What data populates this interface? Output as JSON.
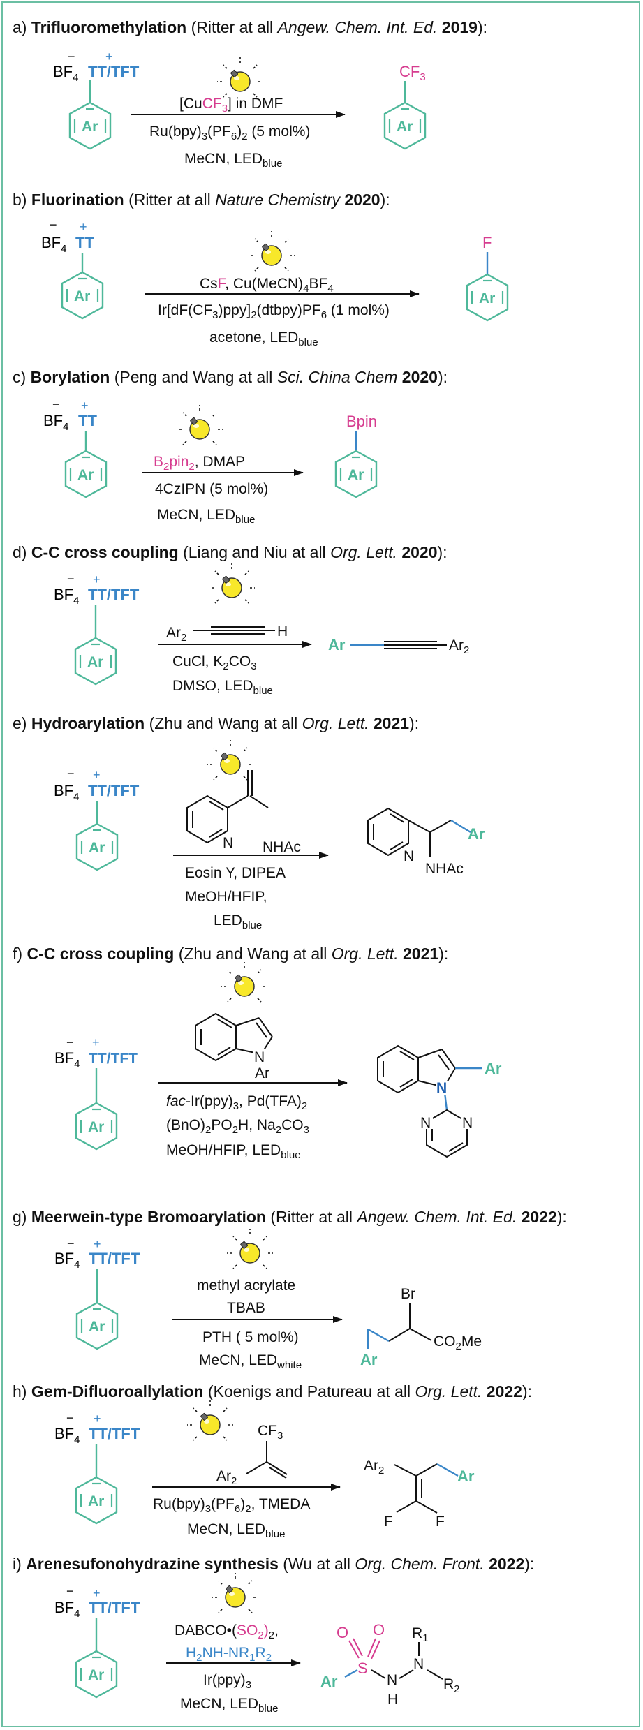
{
  "colors": {
    "ring": "#4eb89a",
    "ar": "#4eb89a",
    "tt": "#3a86c8",
    "pink": "#d63c8f",
    "bond_blue": "#3a86c8",
    "bulb": "#f8e82a",
    "frame": "#6bbfa3"
  },
  "icons": [
    "light-bulb-icon",
    "reaction-arrow"
  ],
  "common": {
    "ar": "Ar",
    "bf4": "BF",
    "sub4": "4",
    "minus": "−",
    "plus": "+",
    "tt_tft": "TT/TFT",
    "tt": "TT",
    "led": "LED",
    "blue": "blue",
    "white": "white"
  },
  "panels": [
    {
      "label": "a)",
      "title": "Trifluoromethylation",
      "citation_pre": "(Ritter at all ",
      "journal": "Angew. Chem. Int. Ed.",
      "year": "2019",
      "citation_post": "):",
      "reagents": {
        "l1a": "[Cu",
        "l1b": "CF",
        "l1c": "3",
        "l1d": "] in DMF",
        "l2a": "Ru(bpy)",
        "l2b": "3",
        "l2c": "(PF",
        "l2d": "6",
        ")": ")",
        "l2e": "2",
        "l2f": " (5 mol%)",
        "l3": "MeCN, "
      },
      "product": {
        "a": "CF",
        "b": "3"
      }
    },
    {
      "label": "b)",
      "title": "Fluorination",
      "citation_pre": "(Ritter at all ",
      "journal": "Nature Chemistry",
      "year": "2020",
      "citation_post": "):",
      "reagents": {
        "l1a": "Cs",
        "l1b": "F",
        ", Cu(MeCN)": ", Cu(MeCN)",
        "l1c": "4",
        "l1d": "BF",
        "l1e": "4",
        "l2a": "Ir[dF(CF",
        "l2b": "3",
        ")ppy]": ")ppy]",
        "l2c": "2",
        "l2d": "(dtbpy)PF",
        "l2e": "6",
        "l2f": " (1 mol%)",
        "l3": "acetone, "
      },
      "product": {
        "a": "F"
      }
    },
    {
      "label": "c)",
      "title": "Borylation",
      "citation_pre": "(Peng and Wang at all ",
      "journal": "Sci. China Chem",
      "year": "2020",
      "citation_post": "):",
      "reagents": {
        "l1a": "B",
        "l1b": "2",
        "l1c": "pin",
        "l1d": "2",
        "l1e": ", DMAP",
        "l2": "4CzIPN (5 mol%)",
        "l3": "MeCN, "
      },
      "product": {
        "a": "Bpin"
      }
    },
    {
      "label": "d)",
      "title": "C-C cross coupling",
      "citation_pre": "(Liang and Niu at all ",
      "journal": "Org. Lett.",
      "year": "2020",
      "citation_post": "):",
      "reagents": {
        "l1a": "Ar",
        "l1b": "2",
        "l1c": "H",
        "l2a": "CuCl, K",
        "l2b": "2",
        "l2c": "CO",
        "l2d": "3",
        "l3": "DMSO, "
      },
      "product": {
        "a": "Ar",
        "b": "Ar",
        "c": "2"
      }
    },
    {
      "label": "e)",
      "title": "Hydroarylation",
      "citation_pre": "(Zhu and Wang at all ",
      "journal": "Org. Lett.",
      "year": "2021",
      "citation_post": "):",
      "reagents": {
        "n": "N",
        "nhac": "NHAc",
        "l1": "Eosin Y, DIPEA",
        "l2": "MeOH/HFIP,",
        "l3": ""
      },
      "product": {
        "n": "N",
        "nhac": "NHAc",
        "ar": "Ar"
      }
    },
    {
      "label": "f)",
      "title": "C-C cross coupling",
      "citation_pre": "(Zhu and Wang at all ",
      "journal": "Org. Lett.",
      "year": "2021",
      "citation_post": "):",
      "reagents": {
        "n": "N",
        "ar": "Ar",
        "l1a": "fac",
        "l1b": "-Ir(ppy)",
        "l1c": "3",
        "l1d": ", Pd(TFA)",
        "l1e": "2",
        "l2a": "(BnO)",
        "l2b": "2",
        "l2c": "PO",
        "l2d": "2",
        "l2e": "H, Na",
        "l2f": "2",
        "l2g": "CO",
        "l2h": "3",
        "l3": "MeOH/HFIP, "
      },
      "product": {
        "n1": "N",
        "n2": "N",
        "n3": "N",
        "ar": "Ar"
      }
    },
    {
      "label": "g)",
      "title": "Meerwein-type Bromoarylation",
      "citation_pre": "(Ritter at all ",
      "journal": "Angew. Chem. Int. Ed.",
      "year": "2022",
      "citation_post": "):",
      "reagents": {
        "l1": "methyl acrylate",
        "l2": "TBAB",
        "l3": "PTH ( 5 mol%)",
        "l4": "MeCN, "
      },
      "product": {
        "br": "Br",
        "co2me_a": "CO",
        "co2me_b": "2",
        "co2me_c": "Me",
        "ar": "Ar"
      }
    },
    {
      "label": "h)",
      "title": "Gem-Difluoroallylation",
      "citation_pre": "(Koenigs and Patureau at all ",
      "journal": "Org. Lett.",
      "year": "2022",
      "citation_post": "):",
      "reagents": {
        "cf": "CF",
        "cf3": "3",
        "ar": "Ar",
        "ar2": "2",
        "l1a": "Ru(bpy)",
        "l1b": "3",
        "l1c": "(PF",
        "l1d": "6",
        ")": ")",
        "l1e": "2",
        "l1f": ", TMEDA",
        "l2": "MeCN, "
      },
      "product": {
        "ar": "Ar",
        "ar2": "2",
        "ar_teal": "Ar",
        "f1": "F",
        "f2": "F"
      }
    },
    {
      "label": "i)",
      "title": "Arenesufonohydrazine synthesis",
      "citation_pre": "(Wu at all ",
      "journal": "Org. Chem. Front.",
      "year": "2022",
      "citation_post": "):",
      "reagents": {
        "l1a": "DABCO•(",
        "l1b": "SO",
        "l1c": "2",
        "l1d": ")",
        "l1e": "2",
        "l1f": ",",
        "l2a": "H",
        "l2b": "2",
        "l2c": "NH-NR",
        "l2d": "1",
        "l2e": "R",
        "l2f": "2",
        "l3a": "Ir(ppy)",
        "l3b": "3",
        "l4": "MeCN, "
      },
      "product": {
        "o1": "O",
        "o2": "O",
        "s": "S",
        "ar": "Ar",
        "n1": "N",
        "n2": "N",
        "h": "H",
        "r1": "R",
        "r1s": "1",
        "r2": "R",
        "r2s": "2"
      }
    }
  ]
}
